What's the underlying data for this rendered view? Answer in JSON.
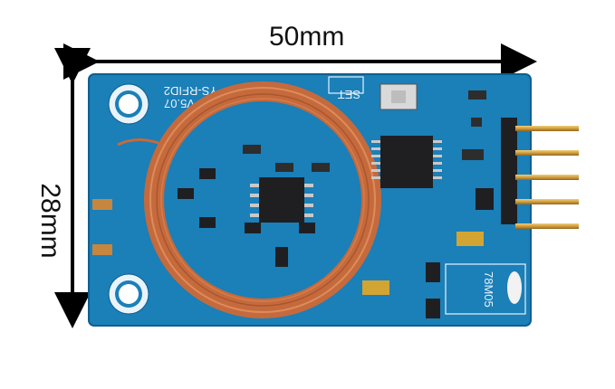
{
  "dimensions": {
    "width_label": "50mm",
    "height_label": "28mm"
  },
  "board": {
    "silkscreen_model": "YS-RFID2",
    "silkscreen_version": "V5.07",
    "set_label": "SET",
    "regulator_label": "78M05"
  },
  "colors": {
    "pcb": "#1b7fb8",
    "pcb_dark": "#145f8c",
    "silkscreen": "#e8f3fa",
    "coil": "#c56a3c",
    "gold_pin": "#d8a23a",
    "ic_body": "#1f1f22"
  }
}
